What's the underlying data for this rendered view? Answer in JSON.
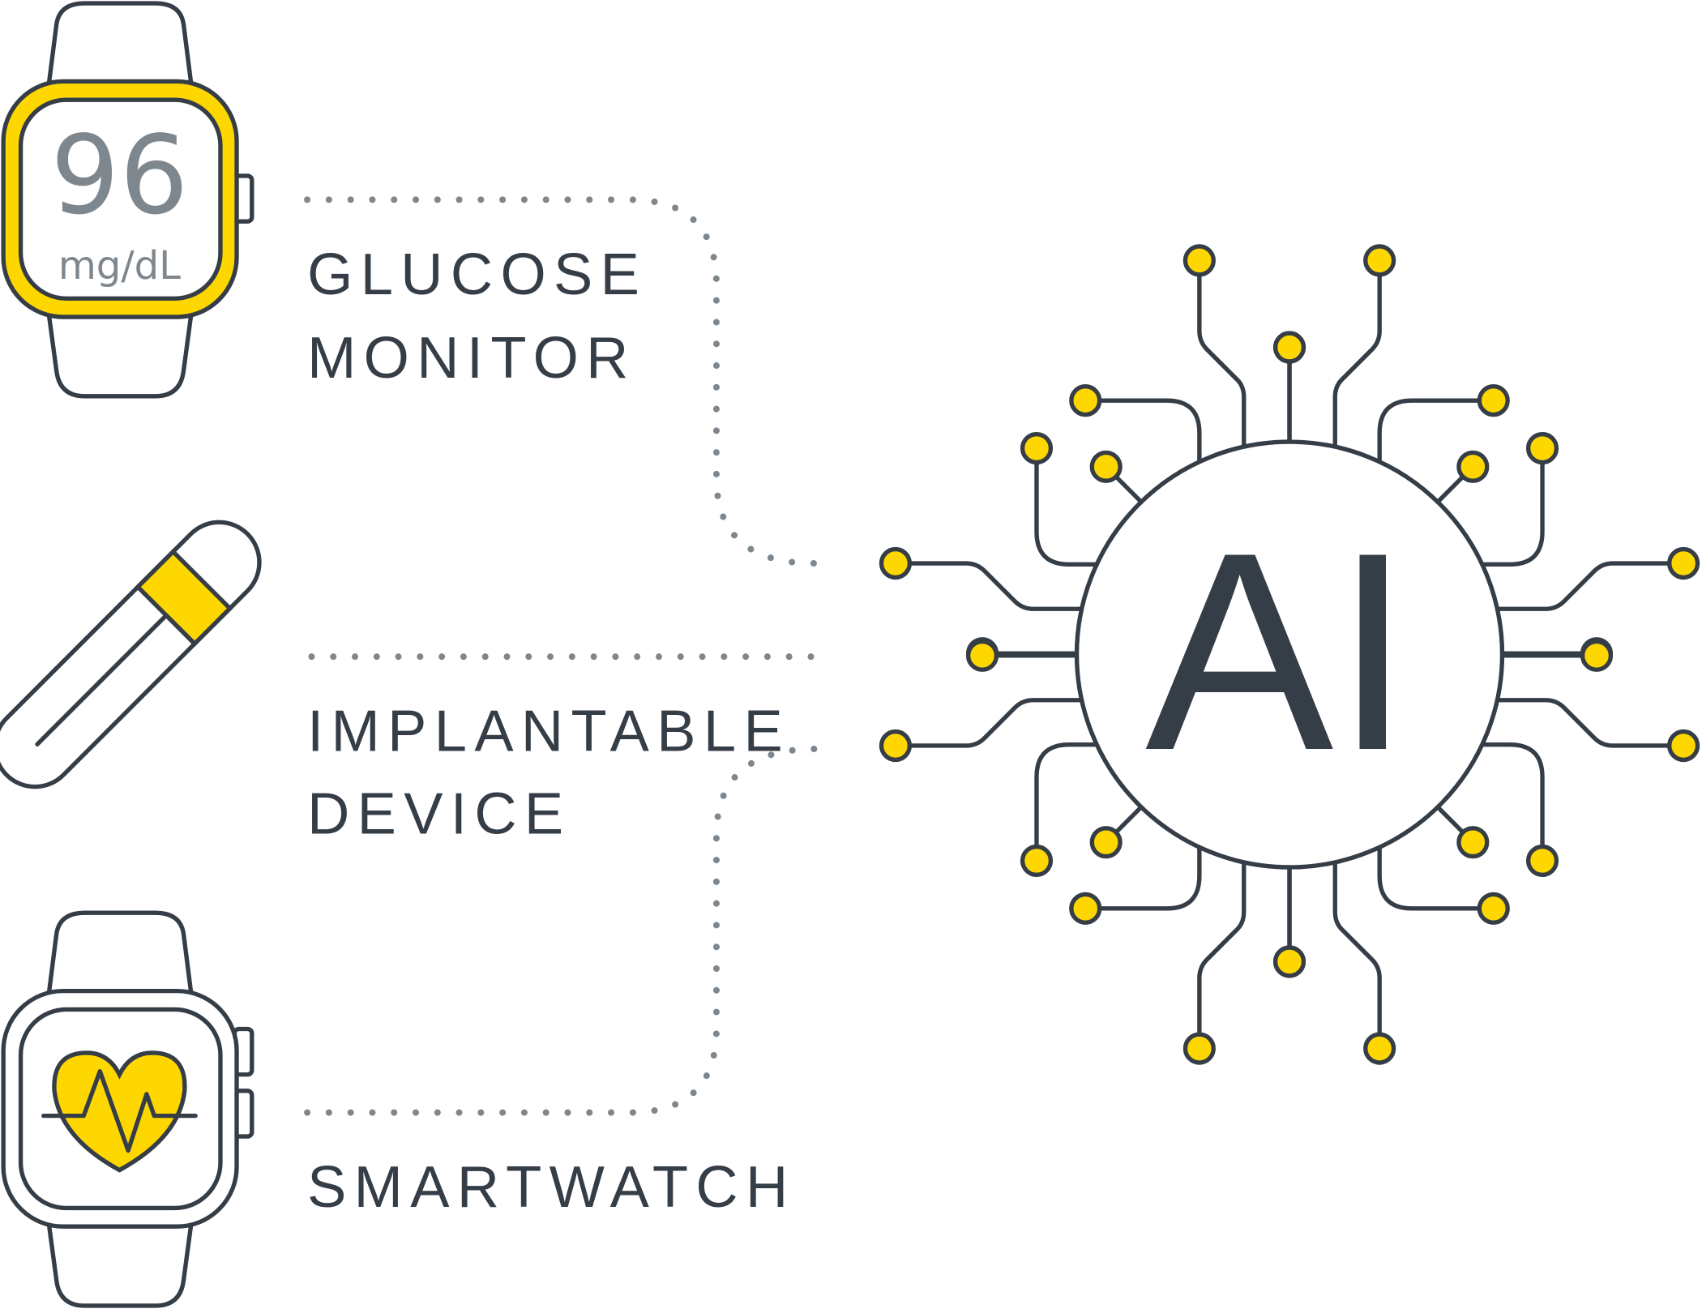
{
  "colors": {
    "dark": "#353d47",
    "accent": "#ffd700",
    "dots": "#7f878e"
  },
  "glucose_monitor": {
    "reading": "96",
    "unit": "mg/dL",
    "label_line1": "GLUCOSE",
    "label_line2": "MONITOR"
  },
  "implantable_device": {
    "label_line1": "IMPLANTABLE",
    "label_line2": "DEVICE"
  },
  "smartwatch": {
    "label": "SMARTWATCH"
  },
  "ai_hub": {
    "label": "AI"
  }
}
